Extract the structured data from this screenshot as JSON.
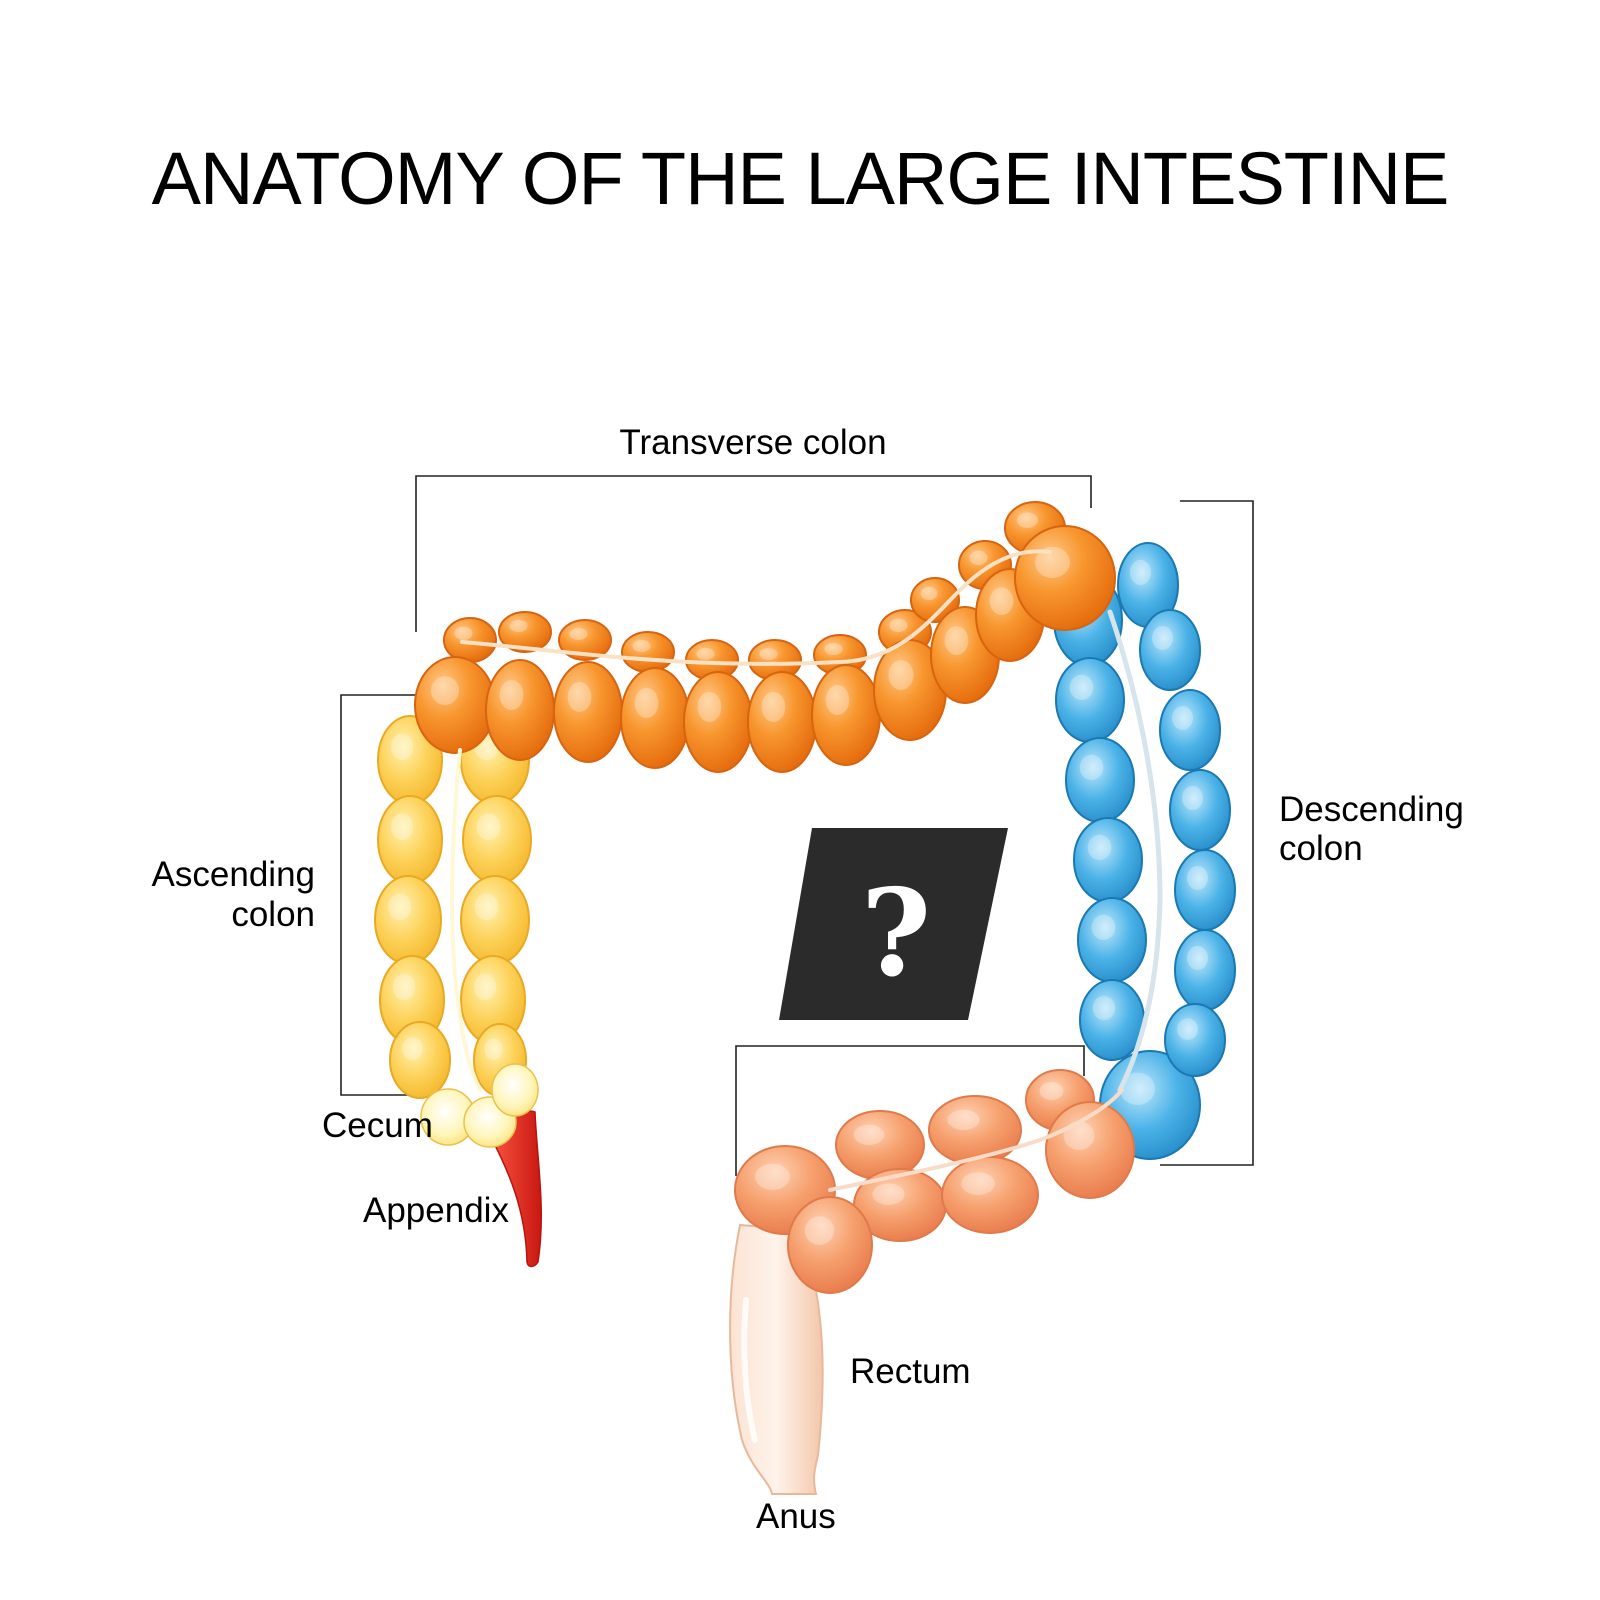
{
  "title": "ANATOMY OF THE LARGE INTESTINE",
  "labels": {
    "transverse": "Transverse colon",
    "descending_1": "Descending",
    "descending_2": "colon",
    "ascending_1": "Ascending",
    "ascending_2": "colon",
    "cecum": "Cecum",
    "appendix": "Appendix",
    "rectum": "Rectum",
    "anus": "Anus",
    "hidden": "?"
  },
  "colors": {
    "transverse": "#f5841f",
    "ascending": "#fcc83c",
    "descending": "#2e9fdb",
    "sigmoid": "#f2894a",
    "appendix": "#e5281d",
    "rectum": "#f8d3bb",
    "cecum": "#fff1a6",
    "hidden_box": "#2b2b2b"
  }
}
